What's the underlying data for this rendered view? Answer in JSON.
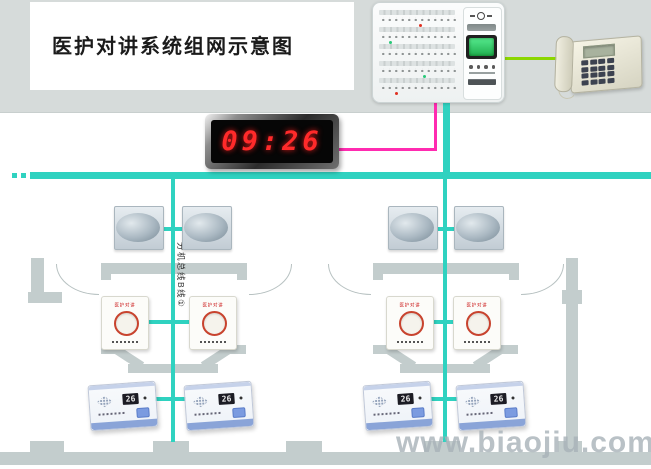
{
  "title": "医护对讲系统组网示意图",
  "watermark": "www.biaojiu.com",
  "clock": {
    "time": "09:26"
  },
  "wiring": {
    "bus_label": "分机总线B线①",
    "bus_color": "#2fd2c0",
    "clock_line_color": "#ff2bb0",
    "phone_line_color": "#8cd600"
  },
  "call_panel": {
    "title": "医护对讲"
  },
  "door_unit": {
    "room_number": "26"
  }
}
